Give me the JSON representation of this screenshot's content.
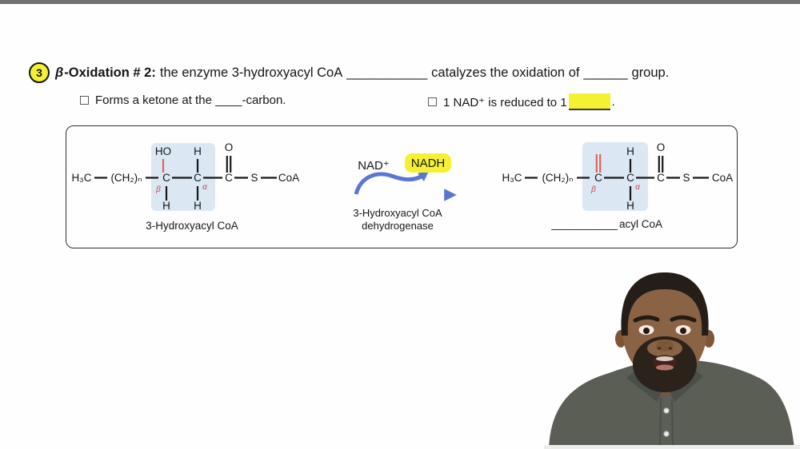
{
  "colors": {
    "accent_yellow": "#f5f132",
    "structure_highlight_blue": "#dbe8f4",
    "bond_red": "#e0635b",
    "greek_label_red": "#c4454f",
    "arrow_blue": "#5b76d2",
    "arrow_blue_light": "#c6d0ee",
    "top_bar_gray": "#717171",
    "shirt_gray": "#5a5e55"
  },
  "heading": {
    "step_number": "3",
    "beta": "β",
    "title_bold": "-Oxidation # 2:",
    "text_1": "the enzyme 3-hydroxyacyl CoA",
    "blank_1": "___________",
    "text_2": "catalyzes the oxidation of",
    "blank_2": "______",
    "text_3": "group."
  },
  "checklist": {
    "item_left": "Forms a ketone at the ____-carbon.",
    "item_right_pre": "1 NAD⁺ is reduced to 1",
    "item_right_post": "."
  },
  "reaction": {
    "atoms": {
      "h3c": "H₃C",
      "chain": "(CH₂)ₙ",
      "c": "C",
      "s": "S",
      "coa": "CoA",
      "ho": "HO",
      "o": "O",
      "h": "H",
      "beta": "β",
      "alpha": "α"
    },
    "left_caption": "3-Hydroxyacyl CoA",
    "nad": "NAD⁺",
    "nadh": "NADH",
    "enzyme_line1": "3-Hydroxyacyl CoA",
    "enzyme_line2": "dehydrogenase",
    "right_caption_blank": "___________",
    "right_caption": "acyl CoA"
  }
}
